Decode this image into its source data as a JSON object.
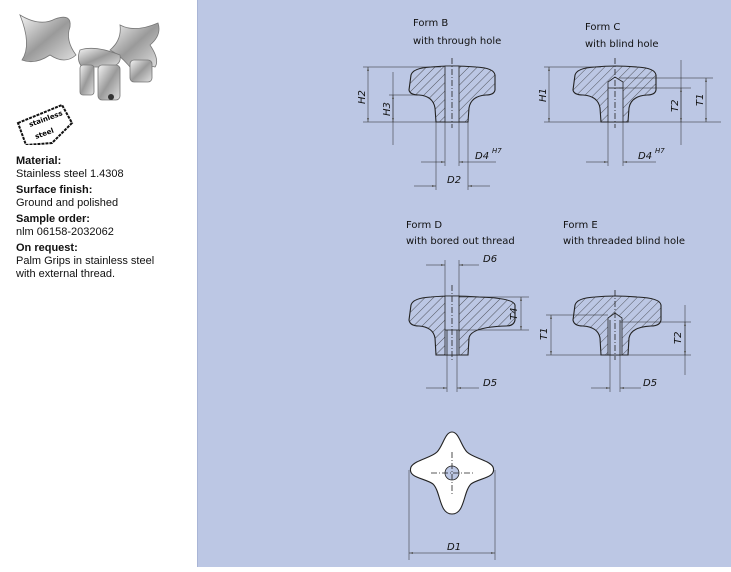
{
  "product": {
    "badge_text": [
      "stainless",
      "steel"
    ],
    "specs": [
      {
        "label": "Material:",
        "value": [
          "Stainless steel 1.4308"
        ]
      },
      {
        "label": "Surface finish:",
        "value": [
          "Ground and polished"
        ]
      },
      {
        "label": "Sample order:",
        "value": [
          "nlm 06158-2032062"
        ]
      },
      {
        "label": "On request:",
        "value": [
          "Palm Grips in stainless steel",
          "with external thread."
        ]
      }
    ]
  },
  "drawing": {
    "form_b": {
      "title": "Form B",
      "subtitle": "with through hole",
      "dims": {
        "h2": "H2",
        "h3": "H3",
        "d4": "D4",
        "tol": "H7",
        "d2": "D2"
      }
    },
    "form_c": {
      "title": "Form C",
      "subtitle": "with blind hole",
      "dims": {
        "h1": "H1",
        "t2": "T2",
        "t1": "T1",
        "d4": "D4",
        "tol": "H7"
      }
    },
    "form_d": {
      "title": "Form D",
      "subtitle": "with bored out thread",
      "dims": {
        "d6": "D6",
        "t4": "T4",
        "d5": "D5"
      }
    },
    "form_e": {
      "title": "Form E",
      "subtitle": "with threaded blind hole",
      "dims": {
        "t1": "T1",
        "t2": "T2",
        "d5": "D5"
      }
    },
    "top_view": {
      "dims": {
        "d1": "D1"
      }
    }
  }
}
